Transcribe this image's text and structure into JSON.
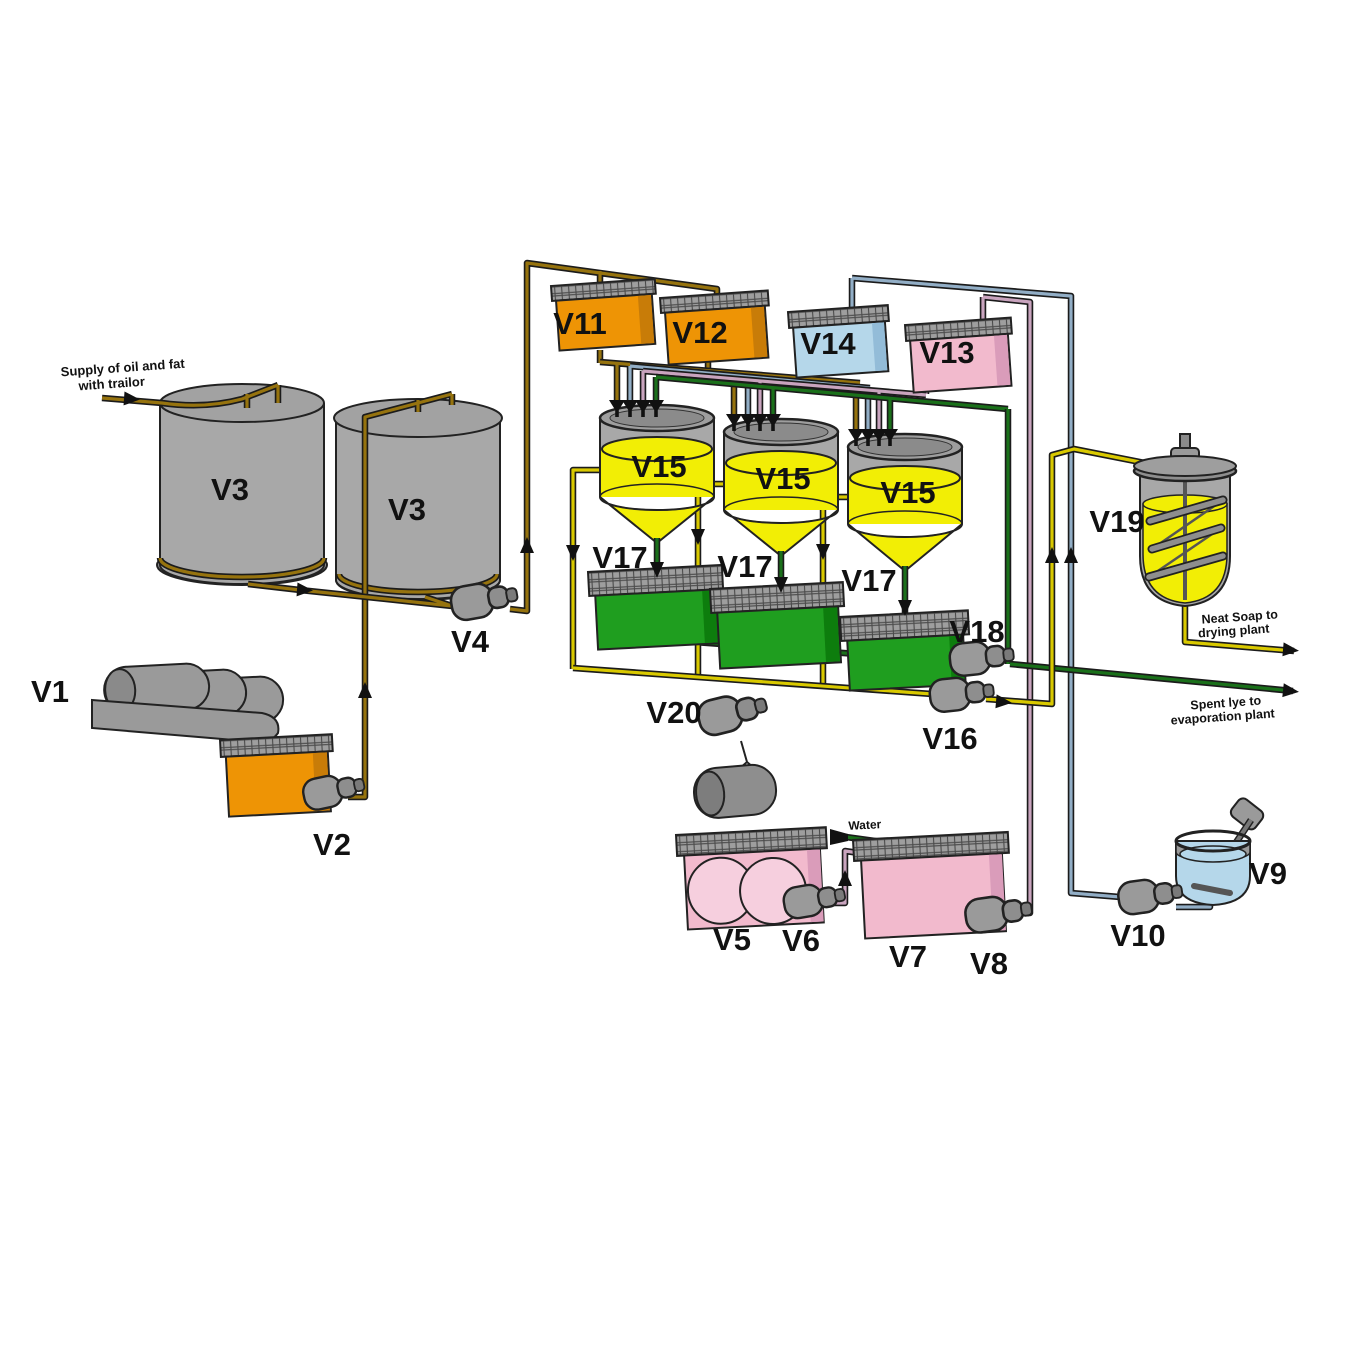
{
  "diagram_type": "process-flow-diagram",
  "subject": "Soap manufacturing plant vessel and piping scheme",
  "labels": {
    "v1": "V1",
    "v2": "V2",
    "v3a": "V3",
    "v3b": "V3",
    "v4": "V4",
    "v5": "V5",
    "v6": "V6",
    "v7": "V7",
    "v8": "V8",
    "v9": "V9",
    "v10": "V10",
    "v11": "V11",
    "v12": "V12",
    "v13": "V13",
    "v14": "V14",
    "v15a": "V15",
    "v15b": "V15",
    "v15c": "V15",
    "v16": "V16",
    "v17a": "V17",
    "v17b": "V17",
    "v17c": "V17",
    "v18": "V18",
    "v19": "V19",
    "v20": "V20"
  },
  "annotations": {
    "supply_line1": "Supply of oil and fat",
    "supply_line2": "with trailor",
    "water": "Water",
    "neat_soap_line1": "Neat Soap to",
    "neat_soap_line2": "drying plant",
    "spent_lye_line1": "Spent lye to",
    "spent_lye_line2": "evaporation plant"
  },
  "colors": {
    "oil_fat_pipe": "#96730E",
    "neat_soap_pipe": "#D9C900",
    "spent_lye_pipe": "#1A701A",
    "lye_solution_pipe": "#C9A4BE",
    "water_pipe": "#92AEC6",
    "tank_orange": "#EE9405",
    "tank_pink": "#F2BACD",
    "tank_blue": "#B5D7EA",
    "tank_yellow": "#F2EE05",
    "tank_green": "#1F9E1F",
    "metal_gray": "#A8A8A8",
    "pipe_casing": "#1B1B1B"
  }
}
